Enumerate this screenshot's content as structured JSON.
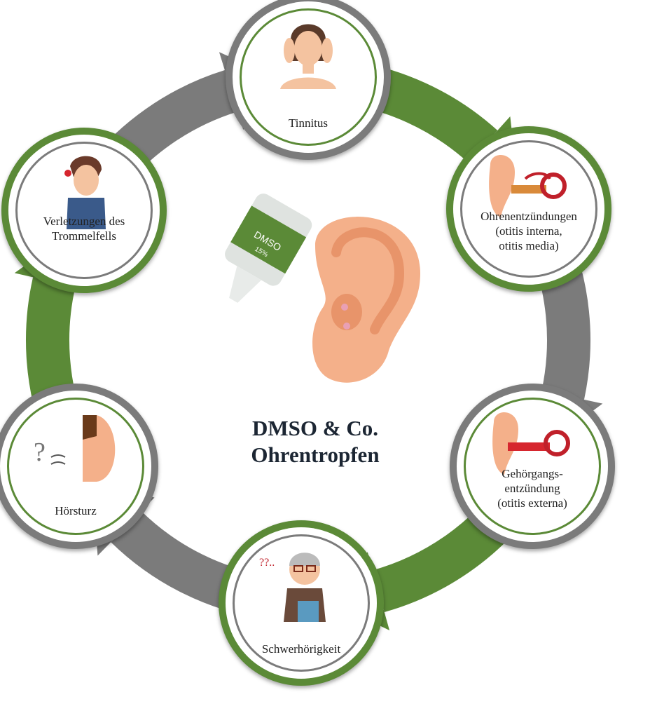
{
  "title": {
    "line1": "DMSO & Co.",
    "line2": "Ohrentropfen"
  },
  "bottle": {
    "brand": "DMSO",
    "percent": "15%"
  },
  "nodes": [
    {
      "id": "tinnitus",
      "label": [
        "Tinnitus"
      ]
    },
    {
      "id": "ohrenentzuendungen",
      "label": [
        "Ohrenentzündungen",
        "(otitis interna,",
        "otitis media)"
      ]
    },
    {
      "id": "gehoergang",
      "label": [
        "Gehörgangs-",
        "entzündung",
        "(otitis externa)"
      ]
    },
    {
      "id": "schwerhoerigkeit",
      "label": [
        "Schwerhörigkeit"
      ]
    },
    {
      "id": "hoersturz",
      "label": [
        "Hörsturz"
      ]
    },
    {
      "id": "trommelfell",
      "label": [
        "Verletzungen des",
        "Trommelfells"
      ]
    }
  ],
  "colors": {
    "green": "#5b8a37",
    "gray": "#7b7b7b",
    "skin": "#f4b08a"
  }
}
